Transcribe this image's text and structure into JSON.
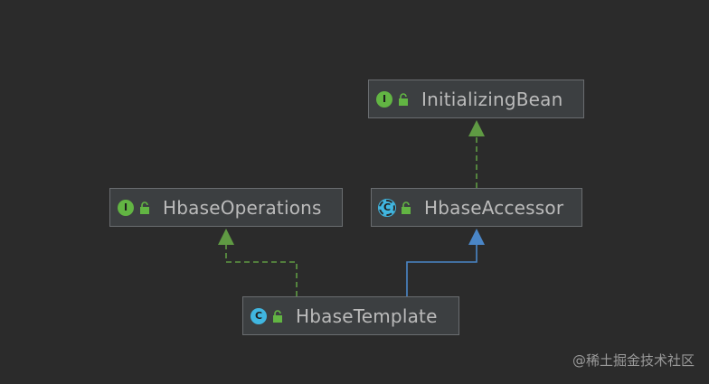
{
  "diagram": {
    "nodes": [
      {
        "id": "initializing-bean",
        "kind": "interface",
        "badge": "I",
        "label": "InitializingBean"
      },
      {
        "id": "hbase-operations",
        "kind": "interface",
        "badge": "I",
        "label": "HbaseOperations"
      },
      {
        "id": "hbase-accessor",
        "kind": "abstract-class",
        "badge": "C",
        "label": "HbaseAccessor"
      },
      {
        "id": "hbase-template",
        "kind": "class",
        "badge": "C",
        "label": "HbaseTemplate"
      }
    ],
    "edges": [
      {
        "from": "hbase-accessor",
        "to": "initializing-bean",
        "relation": "implements",
        "color": "#5f9a43"
      },
      {
        "from": "hbase-template",
        "to": "hbase-operations",
        "relation": "implements",
        "color": "#5f9a43"
      },
      {
        "from": "hbase-template",
        "to": "hbase-accessor",
        "relation": "extends",
        "color": "#4a86c7"
      }
    ]
  },
  "watermark": "@稀土掘金技术社区",
  "colors": {
    "background": "#2b2b2b",
    "node_fill": "#3c3f41",
    "node_border": "#6a6d70",
    "interface_badge": "#62b543",
    "class_badge": "#40b6e0",
    "implements_line": "#5f9a43",
    "extends_line": "#4a86c7",
    "lock": "#62b543"
  }
}
